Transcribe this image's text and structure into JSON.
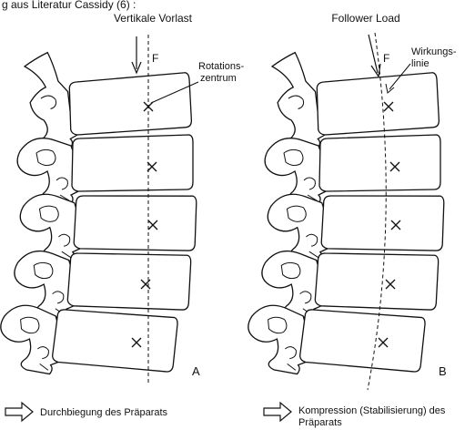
{
  "header_fragment": "g                                        aus Literatur Cassidy (6) :",
  "panel_a": {
    "title": "Vertikale Vorlast",
    "force_label": "F",
    "annotation_line1": "Rotations-",
    "annotation_line2": "zentrum",
    "panel_letter": "A",
    "caption": "Durchbiegung des Präparats"
  },
  "panel_b": {
    "title": "Follower Load",
    "force_label": "F",
    "annotation_line1": "Wirkungs-",
    "annotation_line2": "linie",
    "panel_letter": "B",
    "caption_line1": "Kompression (Stabilisierung) des",
    "caption_line2": "Präparats"
  },
  "icons": {
    "caption_arrow": "outline-right-arrow-icon",
    "rotation_marker": "x-cross-icon",
    "force_arrow": "down-arrow-icon"
  },
  "colors": {
    "ink": "#111111",
    "background": "#ffffff"
  }
}
